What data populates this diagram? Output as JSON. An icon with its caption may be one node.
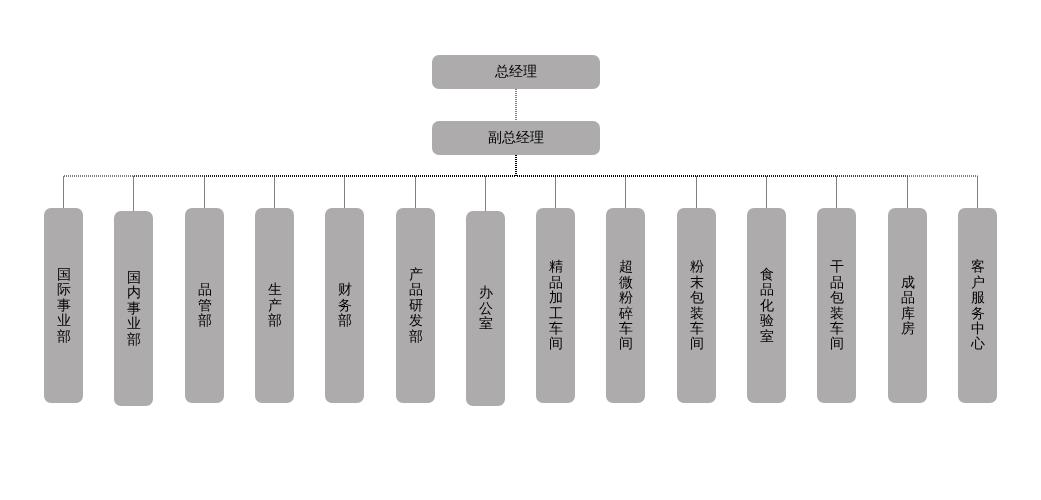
{
  "diagram": {
    "nodes": [
      {
        "text": [
          "总经理"
        ]
      },
      {
        "text": [
          "副总经理"
        ]
      },
      {
        "text": [
          "国际事业部"
        ]
      },
      {
        "text": [
          "国内事业部"
        ]
      },
      {
        "text": [
          "品管部"
        ]
      },
      {
        "text": [
          "生产部"
        ]
      },
      {
        "text": [
          "财务部"
        ]
      },
      {
        "text": [
          "产品研发部"
        ]
      },
      {
        "text": [
          "办公室"
        ]
      },
      {
        "text": [
          "精品加工车间"
        ]
      },
      {
        "text": [
          "超微粉碎车间"
        ]
      },
      {
        "text": [
          "粉末包装车间"
        ]
      },
      {
        "text": [
          "食品化验室"
        ]
      },
      {
        "text": [
          "干品包装车间"
        ]
      },
      {
        "text": [
          "成品库房"
        ]
      },
      {
        "text": [
          "客户服务中心"
        ]
      }
    ],
    "edges": [
      {
        "from": 0,
        "to": 1,
        "arrow": "none",
        "style": "dashed"
      },
      {
        "from": 1,
        "to": 2,
        "arrow": "none",
        "style": "dashed"
      },
      {
        "from": 1,
        "to": 3,
        "arrow": "none",
        "style": "dashed"
      },
      {
        "from": 1,
        "to": 4,
        "arrow": "none",
        "style": "dashed"
      },
      {
        "from": 1,
        "to": 5,
        "arrow": "none",
        "style": "dashed"
      },
      {
        "from": 1,
        "to": 6,
        "arrow": "none",
        "style": "dashed"
      },
      {
        "from": 1,
        "to": 7,
        "arrow": "none",
        "style": "dashed"
      },
      {
        "from": 1,
        "to": 8,
        "arrow": "none",
        "style": "dashed"
      },
      {
        "from": 1,
        "to": 9,
        "arrow": "none",
        "style": "dashed"
      },
      {
        "from": 1,
        "to": 10,
        "arrow": "none",
        "style": "dashed"
      },
      {
        "from": 1,
        "to": 11,
        "arrow": "none",
        "style": "dashed"
      },
      {
        "from": 1,
        "to": 12,
        "arrow": "none",
        "style": "dashed"
      },
      {
        "from": 1,
        "to": 13,
        "arrow": "none",
        "style": "dashed"
      },
      {
        "from": 1,
        "to": 14,
        "arrow": "none",
        "style": "dashed"
      },
      {
        "from": 1,
        "to": 15,
        "arrow": "none",
        "style": "dashed"
      }
    ]
  }
}
